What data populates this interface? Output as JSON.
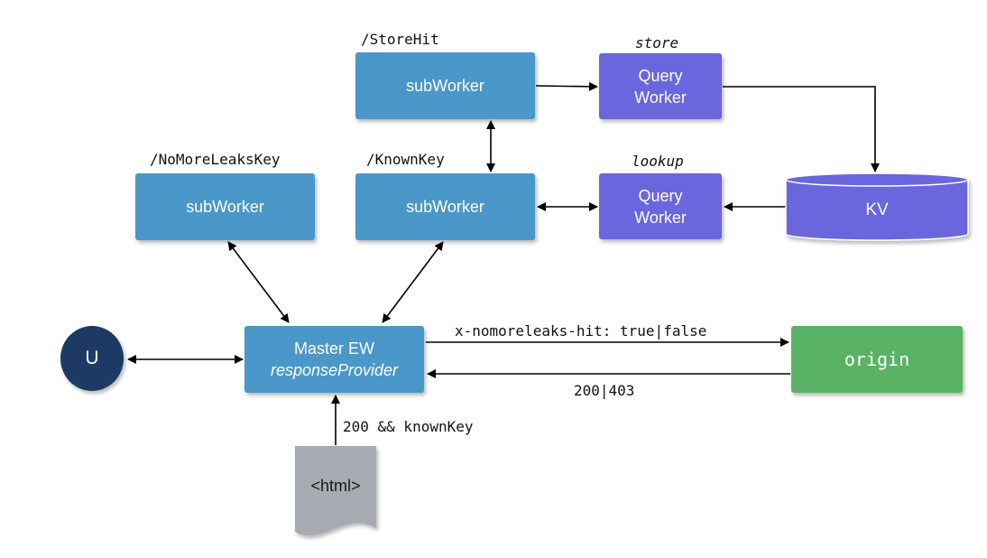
{
  "colors": {
    "subworker": "#4a97c9",
    "query_worker": "#6a66dd",
    "kv": "#6a66dd",
    "origin": "#5ab365",
    "user": "#1c3a63",
    "document": "#a7aab0"
  },
  "labels": {
    "storehit_route": "/StoreHit",
    "nomoreleakskey_route": "/NoMoreLeaksKey",
    "knownkey_route": "/KnownKey",
    "store_op": "store",
    "lookup_op": "lookup",
    "hit_header": "x-nomoreleaks-hit: true|false",
    "status_codes": "200|403",
    "condition": "200 && knownKey"
  },
  "nodes": {
    "storehit_worker": "subWorker",
    "nomoreleaks_worker": "subWorker",
    "knownkey_worker": "subWorker",
    "store_query_line1": "Query",
    "store_query_line2": "Worker",
    "lookup_query_line1": "Query",
    "lookup_query_line2": "Worker",
    "kv": "KV",
    "master_line1": "Master EW",
    "master_line2": "responseProvider",
    "user": "U",
    "origin": "origin",
    "html_doc": "<html>"
  }
}
